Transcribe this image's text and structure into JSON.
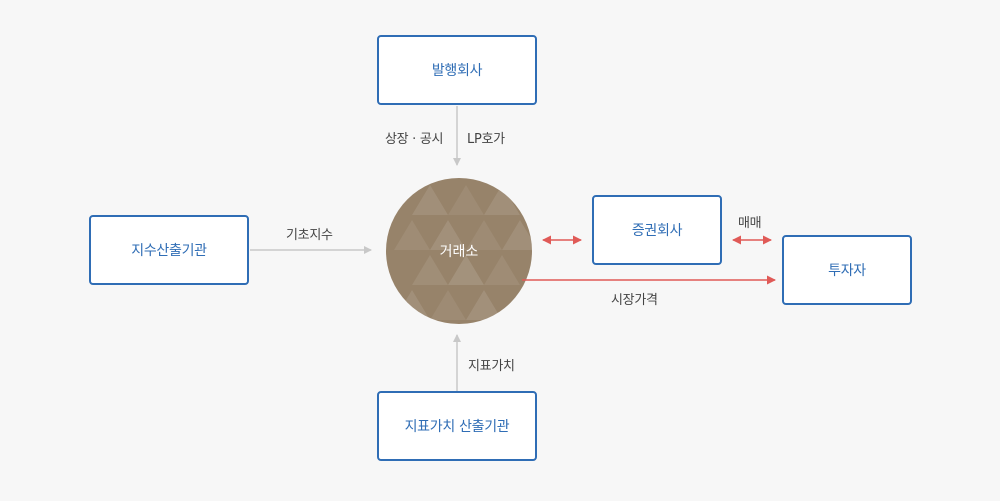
{
  "nodes": {
    "issuer": "발행회사",
    "index_calc": "지수산출기관",
    "exchange": "거래소",
    "securities": "증권회사",
    "investor": "투자자",
    "nav_calc": "지표가치 산출기관"
  },
  "edges": {
    "listing_disclosure": "상장 · 공시",
    "lp_quote": "LP호가",
    "base_index": "기초지수",
    "trading": "매매",
    "market_price": "시장가격",
    "indicative_value": "지표가치"
  },
  "colors": {
    "box_border": "#2f6db5",
    "box_text": "#2f6db5",
    "hub_fill": "#97836a",
    "gray_arrow": "#c8c8c8",
    "red_arrow": "#e05a57"
  }
}
